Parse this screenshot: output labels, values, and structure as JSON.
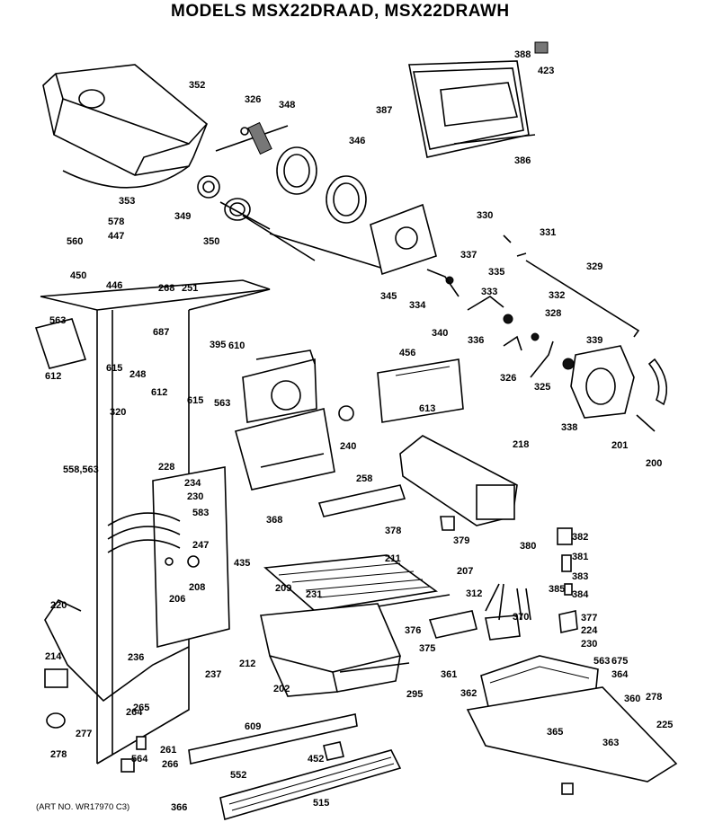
{
  "title": "MODELS MSX22DRAAD, MSX22DRAWH",
  "art_number": "(ART NO. WR17970 C3)",
  "part_labels": [
    "352",
    "326",
    "348",
    "346",
    "388",
    "423",
    "387",
    "386",
    "353",
    "349",
    "350",
    "578",
    "447",
    "560",
    "450",
    "446",
    "345",
    "330",
    "331",
    "337",
    "335",
    "329",
    "334",
    "340",
    "333",
    "336",
    "332",
    "326",
    "328",
    "325",
    "339",
    "338",
    "201",
    "200",
    "268",
    "251",
    "563",
    "687",
    "612",
    "615",
    "248",
    "610",
    "615",
    "612",
    "395",
    "563",
    "456",
    "613",
    "320",
    "240",
    "218",
    "558,563",
    "228",
    "234",
    "230",
    "583",
    "247",
    "435",
    "258",
    "368",
    "378",
    "379",
    "380",
    "382",
    "381",
    "383",
    "384",
    "385",
    "377",
    "224",
    "230",
    "220",
    "206",
    "208",
    "211",
    "207",
    "209",
    "231",
    "376",
    "375",
    "312",
    "370",
    "361",
    "362",
    "563",
    "675",
    "364",
    "360",
    "278",
    "225",
    "214",
    "236",
    "237",
    "212",
    "202",
    "295",
    "265",
    "264",
    "277",
    "278",
    "609",
    "452",
    "261",
    "564",
    "266",
    "552",
    "515",
    "366",
    "365",
    "363"
  ]
}
